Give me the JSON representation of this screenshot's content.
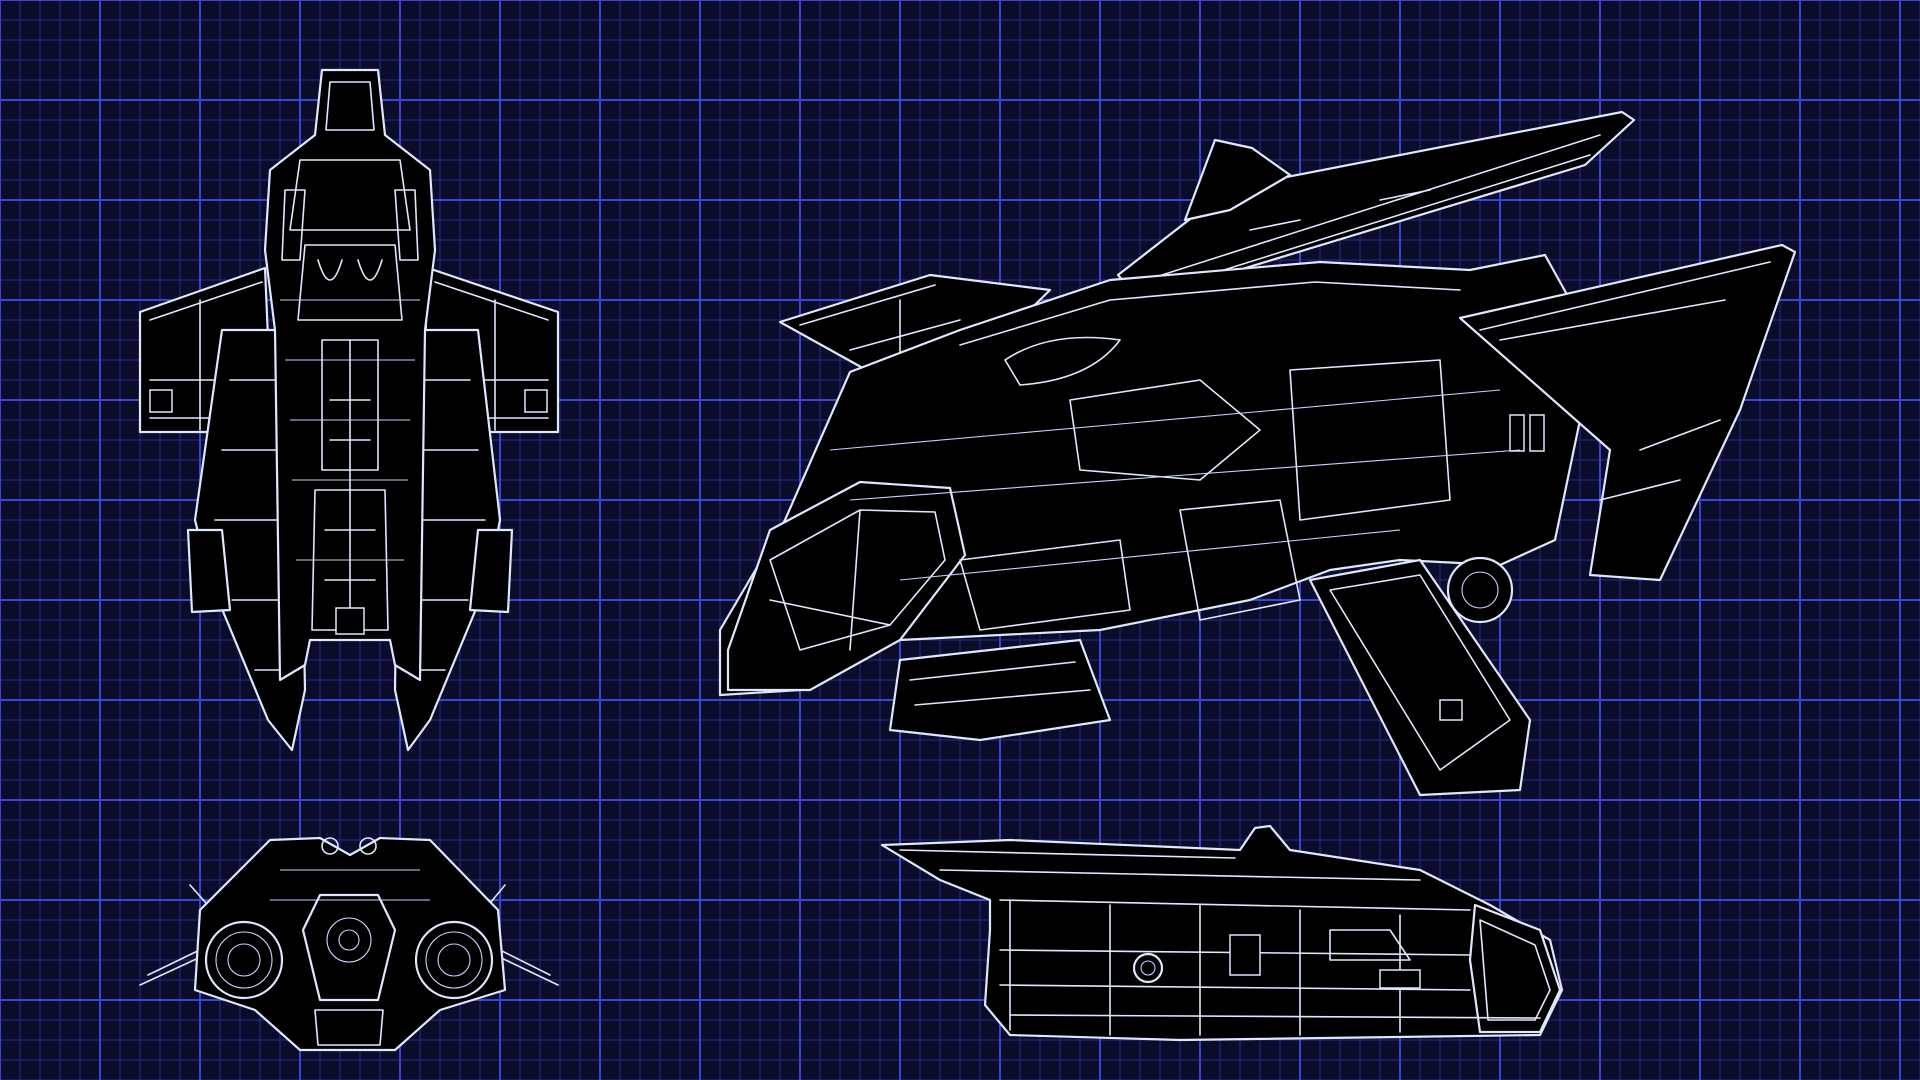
{
  "blueprint": {
    "background_color": "#0a0c2a",
    "grid_minor_color": "#252c8e",
    "grid_major_color": "#3a45d8",
    "line_color": "#dfe7ff",
    "fill_color": "#000000",
    "views": [
      {
        "name": "top-view"
      },
      {
        "name": "perspective-view"
      },
      {
        "name": "rear-view"
      },
      {
        "name": "side-view"
      }
    ]
  }
}
